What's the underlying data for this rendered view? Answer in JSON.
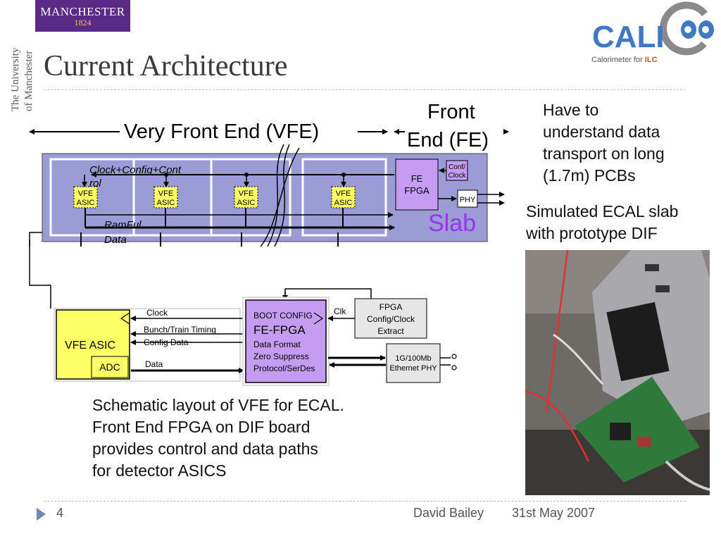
{
  "logos": {
    "manchester_name": "MANCHESTER",
    "manchester_year": "1824",
    "university_line1": "The University",
    "university_line2": "of Manchester",
    "calice_letters": "CALI",
    "calice_tagline_prefix": "Calorimeter for ",
    "calice_tagline_accent": "ILC"
  },
  "title": "Current Architecture",
  "diagram_top": {
    "vfe_label": "Very Front End (VFE)",
    "fe_label_line1": "Front",
    "fe_label_line2": "End (FE)",
    "clock_label_line1": "Clock+Config+Cont",
    "clock_label_line2": "rol",
    "asic_labels": [
      {
        "line1": "VFE",
        "line2": "ASIC"
      },
      {
        "line1": "VFE",
        "line2": "ASIC"
      },
      {
        "line1": "VFE",
        "line2": "ASIC"
      },
      {
        "line1": "VFE",
        "line2": "ASIC"
      }
    ],
    "ramful_line1": "RamFul",
    "ramful_line2": "Data",
    "fe_fpga_line1": "FE",
    "fe_fpga_line2": "FPGA",
    "conf_clock_line1": "Conf/",
    "conf_clock_line2": "Clock",
    "phy": "PHY",
    "slab": "Slab"
  },
  "diagram_bottom": {
    "vfe_asic": "VFE ASIC",
    "adc": "ADC",
    "clock": "Clock",
    "bunch_train": "Bunch/Train Timing",
    "config_data": "Config Data",
    "data": "Data",
    "clk": "Clk",
    "fpga_lines": [
      "BOOT CONFIG",
      "FE-FPGA",
      "Data Format",
      "Zero Suppress",
      "Protocol/SerDes"
    ],
    "extract_lines": [
      "FPGA",
      "Config/Clock",
      "Extract"
    ],
    "eth_line1": "1G/100Mb",
    "eth_line2": "Ethernet PHY"
  },
  "side_text_1": [
    "Have to",
    "understand data",
    "transport on long",
    "(1.7m) PCBs"
  ],
  "side_text_2": [
    "Simulated ECAL slab",
    "with prototype DIF"
  ],
  "caption": [
    "Schematic layout of VFE for ECAL.",
    "Front End FPGA on DIF board",
    "provides control and data paths",
    "for detector ASICS"
  ],
  "footer": {
    "page_number": "4",
    "author": "David Bailey",
    "date": "31st May 2007"
  },
  "colors": {
    "slab_fill": "#9b9bd6",
    "fpga_fill": "#c59cf2",
    "asic_fill": "#ffff66",
    "title": "#3a3a3a",
    "brand_purple": "#5b2a86"
  }
}
